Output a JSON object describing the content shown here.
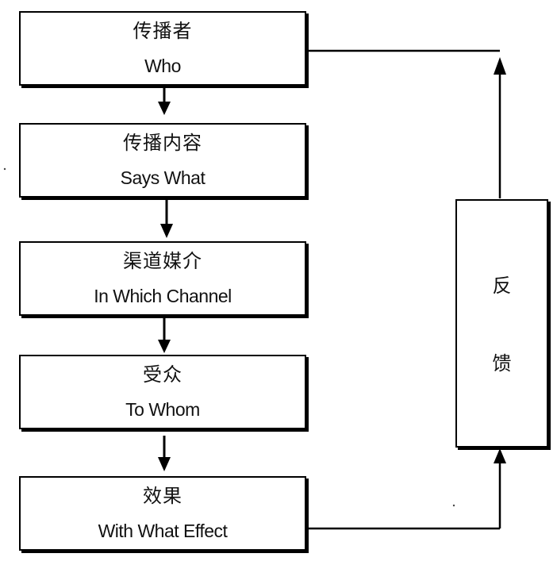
{
  "stages": [
    {
      "cn": "传播者",
      "en": "Who"
    },
    {
      "cn": "传播内容",
      "en": "Says What"
    },
    {
      "cn": "渠道媒介",
      "en": "In Which Channel"
    },
    {
      "cn": "受众",
      "en": "To Whom"
    },
    {
      "cn": "效果",
      "en": "With What Effect"
    }
  ],
  "feedback": {
    "chars": [
      "反",
      "馈"
    ]
  }
}
